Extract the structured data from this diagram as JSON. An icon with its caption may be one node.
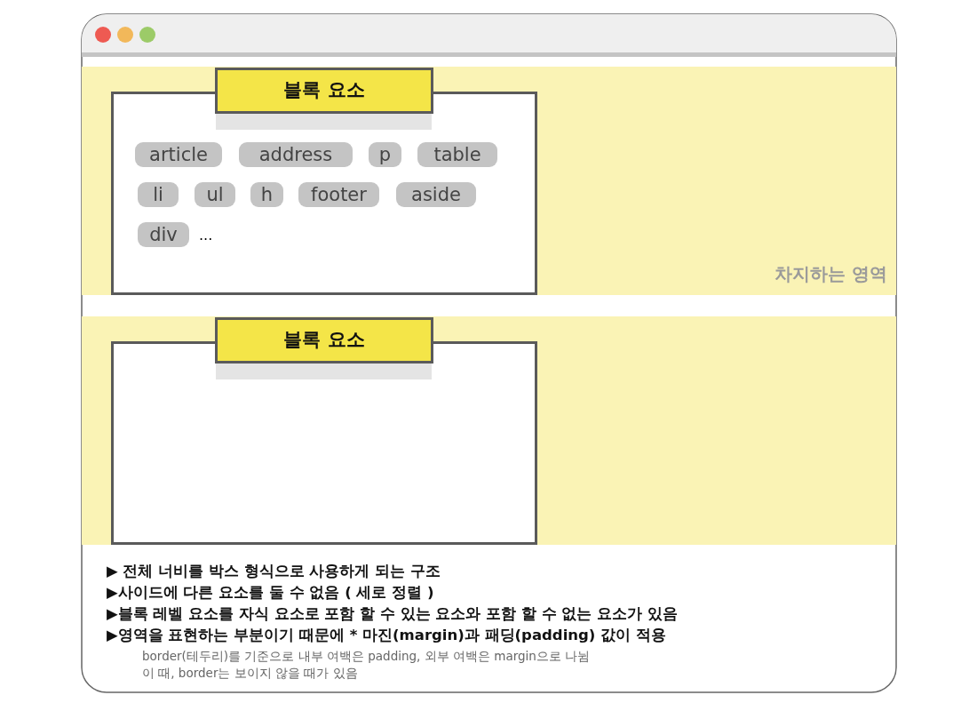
{
  "diagram": {
    "nodes": [
      {
        "text": [
          "차지하는 영역"
        ]
      },
      {
        "text": [
          "블록 요소"
        ],
        "in": 0
      },
      {
        "text": [
          "article"
        ],
        "in": 1
      },
      {
        "text": [
          "address"
        ],
        "in": 1
      },
      {
        "text": [
          "p"
        ],
        "in": 1
      },
      {
        "text": [
          "table"
        ],
        "in": 1
      },
      {
        "text": [
          "li"
        ],
        "in": 1
      },
      {
        "text": [
          "ul"
        ],
        "in": 1
      },
      {
        "text": [
          "h"
        ],
        "in": 1
      },
      {
        "text": [
          "footer"
        ],
        "in": 1
      },
      {
        "text": [
          "aside"
        ],
        "in": 1
      },
      {
        "text": [
          "div"
        ],
        "in": 1
      },
      {
        "text": [],
        "shape": "bar"
      },
      {
        "text": [
          "블록 요소"
        ],
        "in": 12
      }
    ],
    "edges": [],
    "labels": [
      "...",
      "▶ 전체 너비를 박스 형식으로 사용하게 되는 구조",
      "▶사이드에 다른 요소를 둘 수 없음 ( 세로 정렬 )",
      "▶블록 레벨 요소를 자식 요소로 포함 할 수 있는 요소와 포함 할 수 없는 요소가 있음",
      "▶영역을 표현하는 부분이기 때문에 * 마진(margin)과 패딩(padding) 값이 적용",
      "border(테두리)를 기준으로 내부 여백은 padding, 외부 여백은 margin으로 나뉨",
      "이 때, border는 보이지 않을 때가 있음"
    ]
  }
}
